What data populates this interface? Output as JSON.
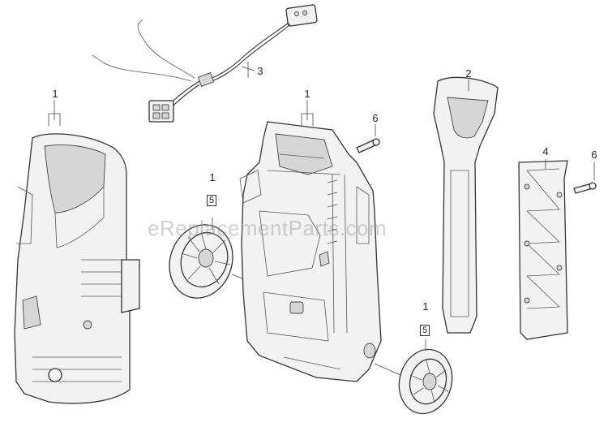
{
  "callouts": {
    "c1_cover": "1",
    "c1_frame": "1",
    "c1_wheel_left": "1",
    "c5_wheel_left": "5",
    "c1_wheel_right": "1",
    "c5_wheel_right": "5",
    "c2": "2",
    "c3": "3",
    "c4": "4",
    "c6_frame": "6",
    "c6_panel": "6"
  },
  "watermark": "eReplacementParts.com",
  "colors": {
    "line": "#333333",
    "fill": "#f2f2f2",
    "background": "#ffffff"
  }
}
